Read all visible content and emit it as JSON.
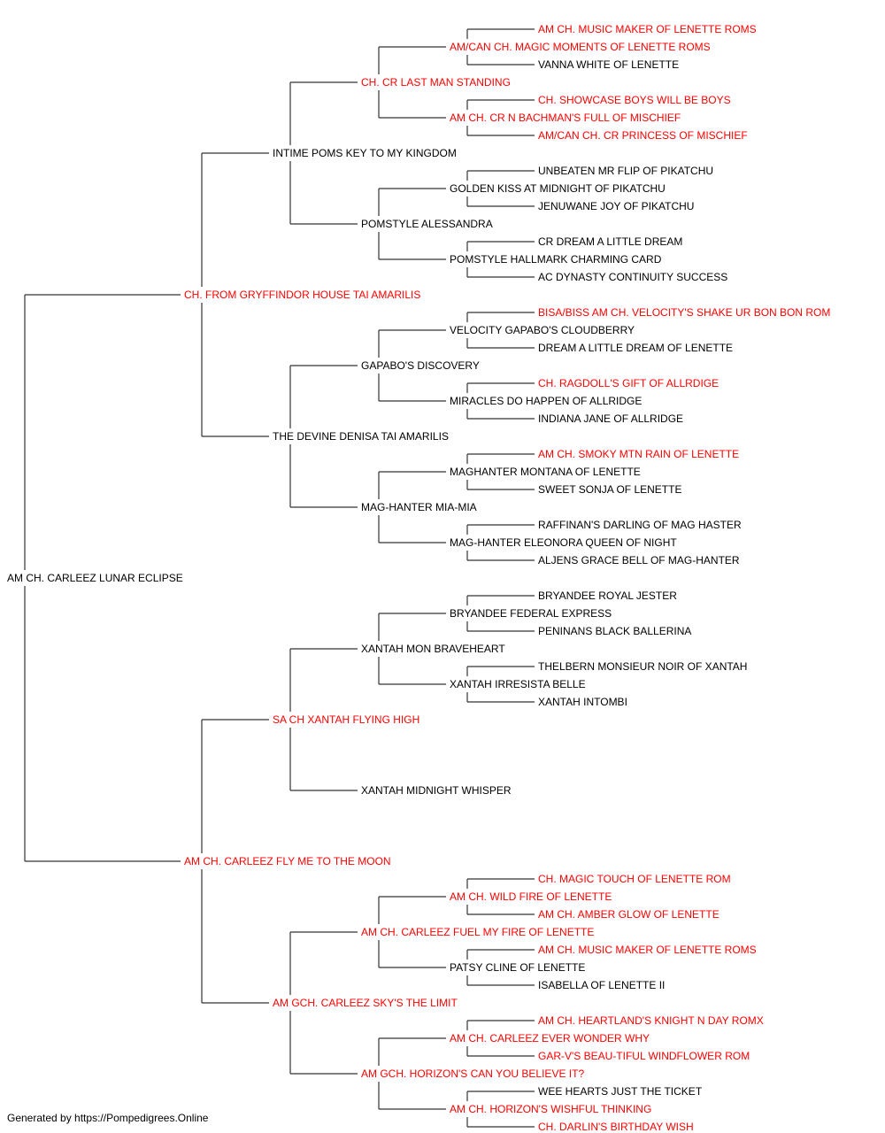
{
  "colors": {
    "champion": "#ff0000",
    "normal": "#000000",
    "line": "#333333"
  },
  "pedigree": {
    "name": "AM CH. CARLEEZ LUNAR ECLIPSE",
    "champion": false,
    "sire": {
      "name": "CH. FROM GRYFFINDOR HOUSE TAI AMARILIS",
      "champion": true,
      "sire": {
        "name": "INTIME POMS KEY TO MY KINGDOM",
        "champion": false,
        "sire": {
          "name": "CH. CR LAST MAN STANDING",
          "champion": true,
          "sire": {
            "name": "AM/CAN CH. MAGIC MOMENTS OF LENETTE ROMS",
            "champion": true,
            "sire": {
              "name": "AM CH. MUSIC MAKER OF LENETTE ROMS",
              "champion": true
            },
            "dam": {
              "name": "VANNA WHITE OF LENETTE",
              "champion": false
            }
          },
          "dam": {
            "name": "AM CH. CR N BACHMAN'S FULL OF MISCHIEF",
            "champion": true,
            "sire": {
              "name": "CH. SHOWCASE BOYS WILL BE BOYS",
              "champion": true
            },
            "dam": {
              "name": "AM/CAN CH. CR PRINCESS OF MISCHIEF",
              "champion": true
            }
          }
        },
        "dam": {
          "name": "POMSTYLE ALESSANDRA",
          "champion": false,
          "sire": {
            "name": "GOLDEN KISS AT MIDNIGHT OF PIKATCHU",
            "champion": false,
            "sire": {
              "name": "UNBEATEN MR FLIP OF PIKATCHU",
              "champion": false
            },
            "dam": {
              "name": "JENUWANE JOY OF PIKATCHU",
              "champion": false
            }
          },
          "dam": {
            "name": "POMSTYLE HALLMARK CHARMING CARD",
            "champion": false,
            "sire": {
              "name": "CR DREAM A LITTLE DREAM",
              "champion": false
            },
            "dam": {
              "name": "AC DYNASTY CONTINUITY SUCCESS",
              "champion": false
            }
          }
        }
      },
      "dam": {
        "name": "THE DEVINE DENISA TAI AMARILIS",
        "champion": false,
        "sire": {
          "name": "GAPABO'S DISCOVERY",
          "champion": false,
          "sire": {
            "name": "VELOCITY GAPABO'S CLOUDBERRY",
            "champion": false,
            "sire": {
              "name": "BISA/BISS AM CH. VELOCITY'S SHAKE UR BON BON ROM",
              "champion": true
            },
            "dam": {
              "name": "DREAM A LITTLE DREAM OF LENETTE",
              "champion": false
            }
          },
          "dam": {
            "name": "MIRACLES DO HAPPEN OF ALLRIDGE",
            "champion": false,
            "sire": {
              "name": "CH. RAGDOLL'S GIFT OF ALLRDIGE",
              "champion": true
            },
            "dam": {
              "name": "INDIANA JANE OF ALLRIDGE",
              "champion": false
            }
          }
        },
        "dam": {
          "name": "MAG-HANTER MIA-MIA",
          "champion": false,
          "sire": {
            "name": "MAGHANTER MONTANA OF LENETTE",
            "champion": false,
            "sire": {
              "name": "AM CH. SMOKY MTN RAIN OF LENETTE",
              "champion": true
            },
            "dam": {
              "name": "SWEET SONJA OF LENETTE",
              "champion": false
            }
          },
          "dam": {
            "name": "MAG-HANTER ELEONORA QUEEN OF NIGHT",
            "champion": false,
            "sire": {
              "name": "RAFFINAN'S DARLING OF MAG HASTER",
              "champion": false
            },
            "dam": {
              "name": "ALJENS GRACE BELL OF MAG-HANTER",
              "champion": false
            }
          }
        }
      }
    },
    "dam": {
      "name": "AM CH. CARLEEZ FLY ME TO THE MOON",
      "champion": true,
      "sire": {
        "name": "SA CH XANTAH FLYING HIGH",
        "champion": true,
        "sire": {
          "name": "XANTAH MON BRAVEHEART",
          "champion": false,
          "sire": {
            "name": "BRYANDEE FEDERAL EXPRESS",
            "champion": false,
            "sire": {
              "name": "BRYANDEE ROYAL JESTER",
              "champion": false
            },
            "dam": {
              "name": "PENINANS BLACK BALLERINA",
              "champion": false
            }
          },
          "dam": {
            "name": "XANTAH IRRESISTA BELLE",
            "champion": false,
            "sire": {
              "name": "THELBERN MONSIEUR NOIR OF XANTAH",
              "champion": false
            },
            "dam": {
              "name": "XANTAH INTOMBI",
              "champion": false
            }
          }
        },
        "dam": {
          "name": "XANTAH MIDNIGHT WHISPER",
          "champion": false
        }
      },
      "dam": {
        "name": "AM GCH. CARLEEZ SKY'S THE LIMIT",
        "champion": true,
        "sire": {
          "name": "AM CH. CARLEEZ FUEL MY FIRE OF LENETTE",
          "champion": true,
          "sire": {
            "name": "AM CH. WILD FIRE OF LENETTE",
            "champion": true,
            "sire": {
              "name": "CH. MAGIC TOUCH OF LENETTE ROM",
              "champion": true
            },
            "dam": {
              "name": "AM CH. AMBER GLOW OF LENETTE",
              "champion": true
            }
          },
          "dam": {
            "name": "PATSY CLINE OF LENETTE",
            "champion": false,
            "sire": {
              "name": "AM CH. MUSIC MAKER OF LENETTE ROMS",
              "champion": true
            },
            "dam": {
              "name": "ISABELLA OF LENETTE II",
              "champion": false
            }
          }
        },
        "dam": {
          "name": "AM GCH. HORIZON'S CAN YOU BELIEVE IT?",
          "champion": true,
          "sire": {
            "name": "AM CH. CARLEEZ EVER WONDER WHY",
            "champion": true,
            "sire": {
              "name": "AM CH. HEARTLAND'S KNIGHT N DAY ROMX",
              "champion": true
            },
            "dam": {
              "name": "GAR-V'S BEAU-TIFUL WINDFLOWER ROM",
              "champion": true
            }
          },
          "dam": {
            "name": "AM CH. HORIZON'S WISHFUL THINKING",
            "champion": true,
            "sire": {
              "name": "WEE HEARTS JUST THE TICKET",
              "champion": false
            },
            "dam": {
              "name": "CH. DARLIN'S BIRTHDAY WISH",
              "champion": true
            }
          }
        }
      }
    }
  },
  "footer": {
    "text": "Generated by https://Pompedigrees.Online"
  }
}
